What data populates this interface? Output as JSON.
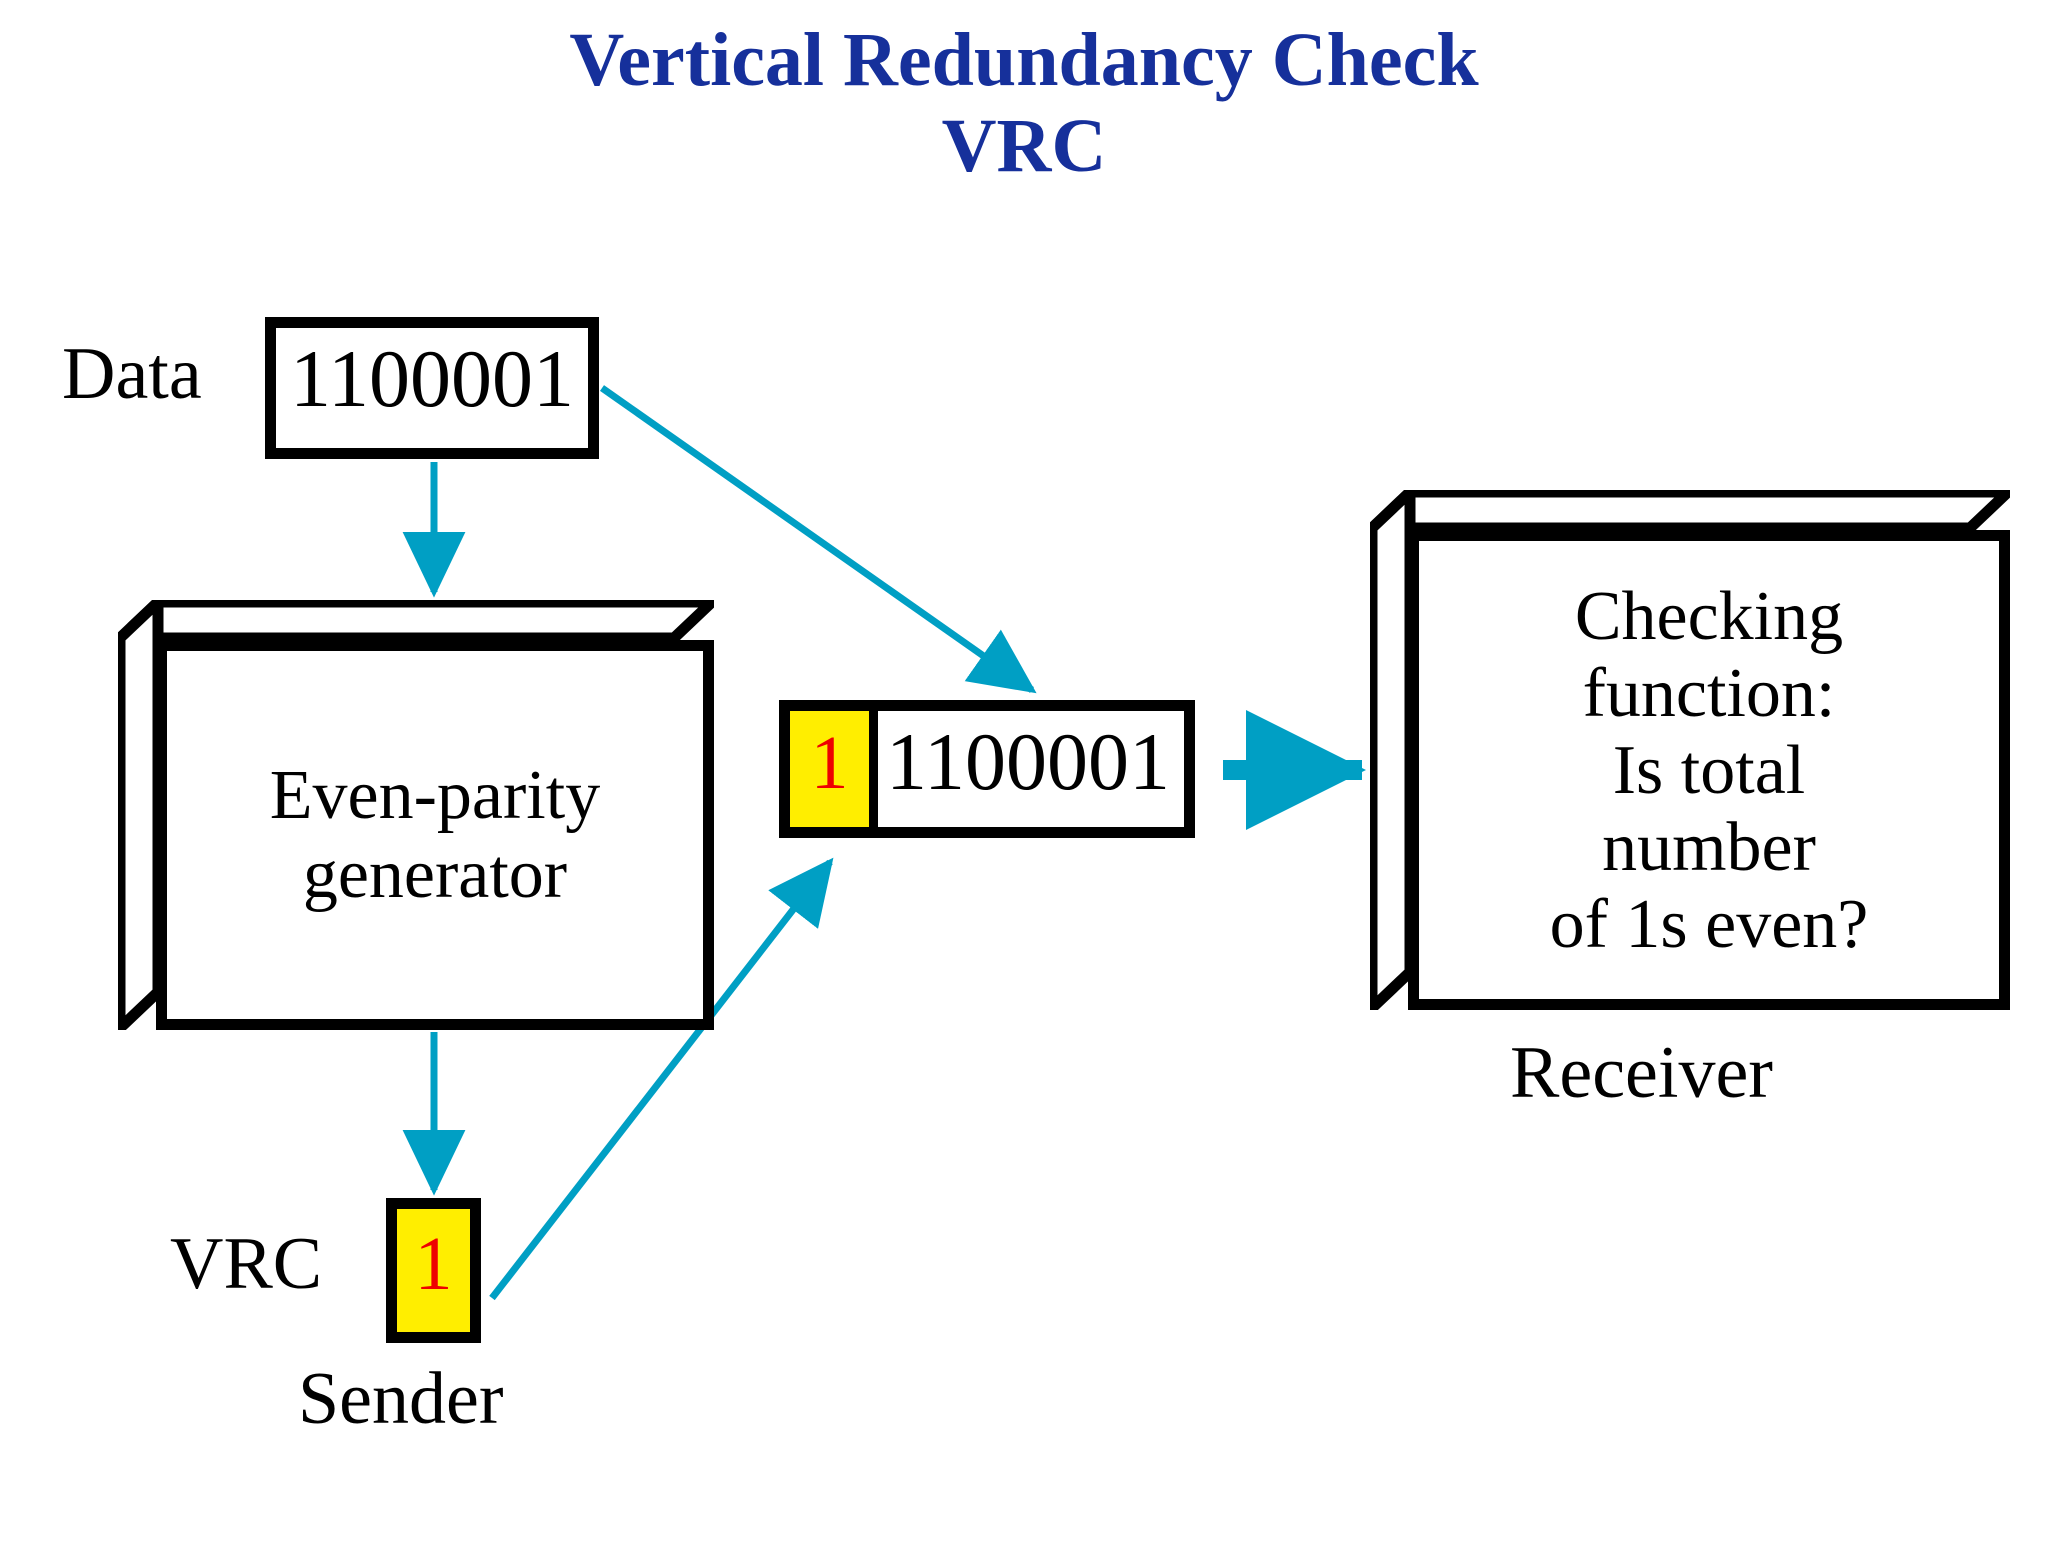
{
  "title": {
    "line1": "Vertical Redundancy Check",
    "line2": "VRC",
    "color": "#16309b"
  },
  "colors": {
    "arrow": "#009fc4",
    "parity_fill": "#ffee00",
    "parity_text": "#ee0000",
    "outline": "#000000",
    "background": "#ffffff"
  },
  "labels": {
    "data": "Data",
    "vrc": "VRC",
    "sender": "Sender",
    "receiver": "Receiver"
  },
  "data_box": {
    "bits": "1100001"
  },
  "generator_box": {
    "line1": "Even-parity",
    "line2": "generator"
  },
  "vrc_box": {
    "bit": "1"
  },
  "packet": {
    "parity_bit": "1",
    "data_bits": "1100001"
  },
  "receiver_box": {
    "line1": "Checking",
    "line2": "function:",
    "line3": "Is total",
    "line4": "number",
    "line5": "of 1s even?"
  },
  "arrows": [
    {
      "name": "data-to-generator",
      "from": "data-box-bottom",
      "to": "generator-box-top"
    },
    {
      "name": "data-to-packet",
      "from": "data-box-right",
      "to": "packet-top"
    },
    {
      "name": "generator-to-vrc",
      "from": "generator-box-bottom",
      "to": "vrc-box-top"
    },
    {
      "name": "vrc-to-packet",
      "from": "vrc-box-right",
      "to": "packet-bottom-left"
    },
    {
      "name": "packet-to-receiver",
      "from": "packet-right",
      "to": "receiver-box-left"
    }
  ]
}
